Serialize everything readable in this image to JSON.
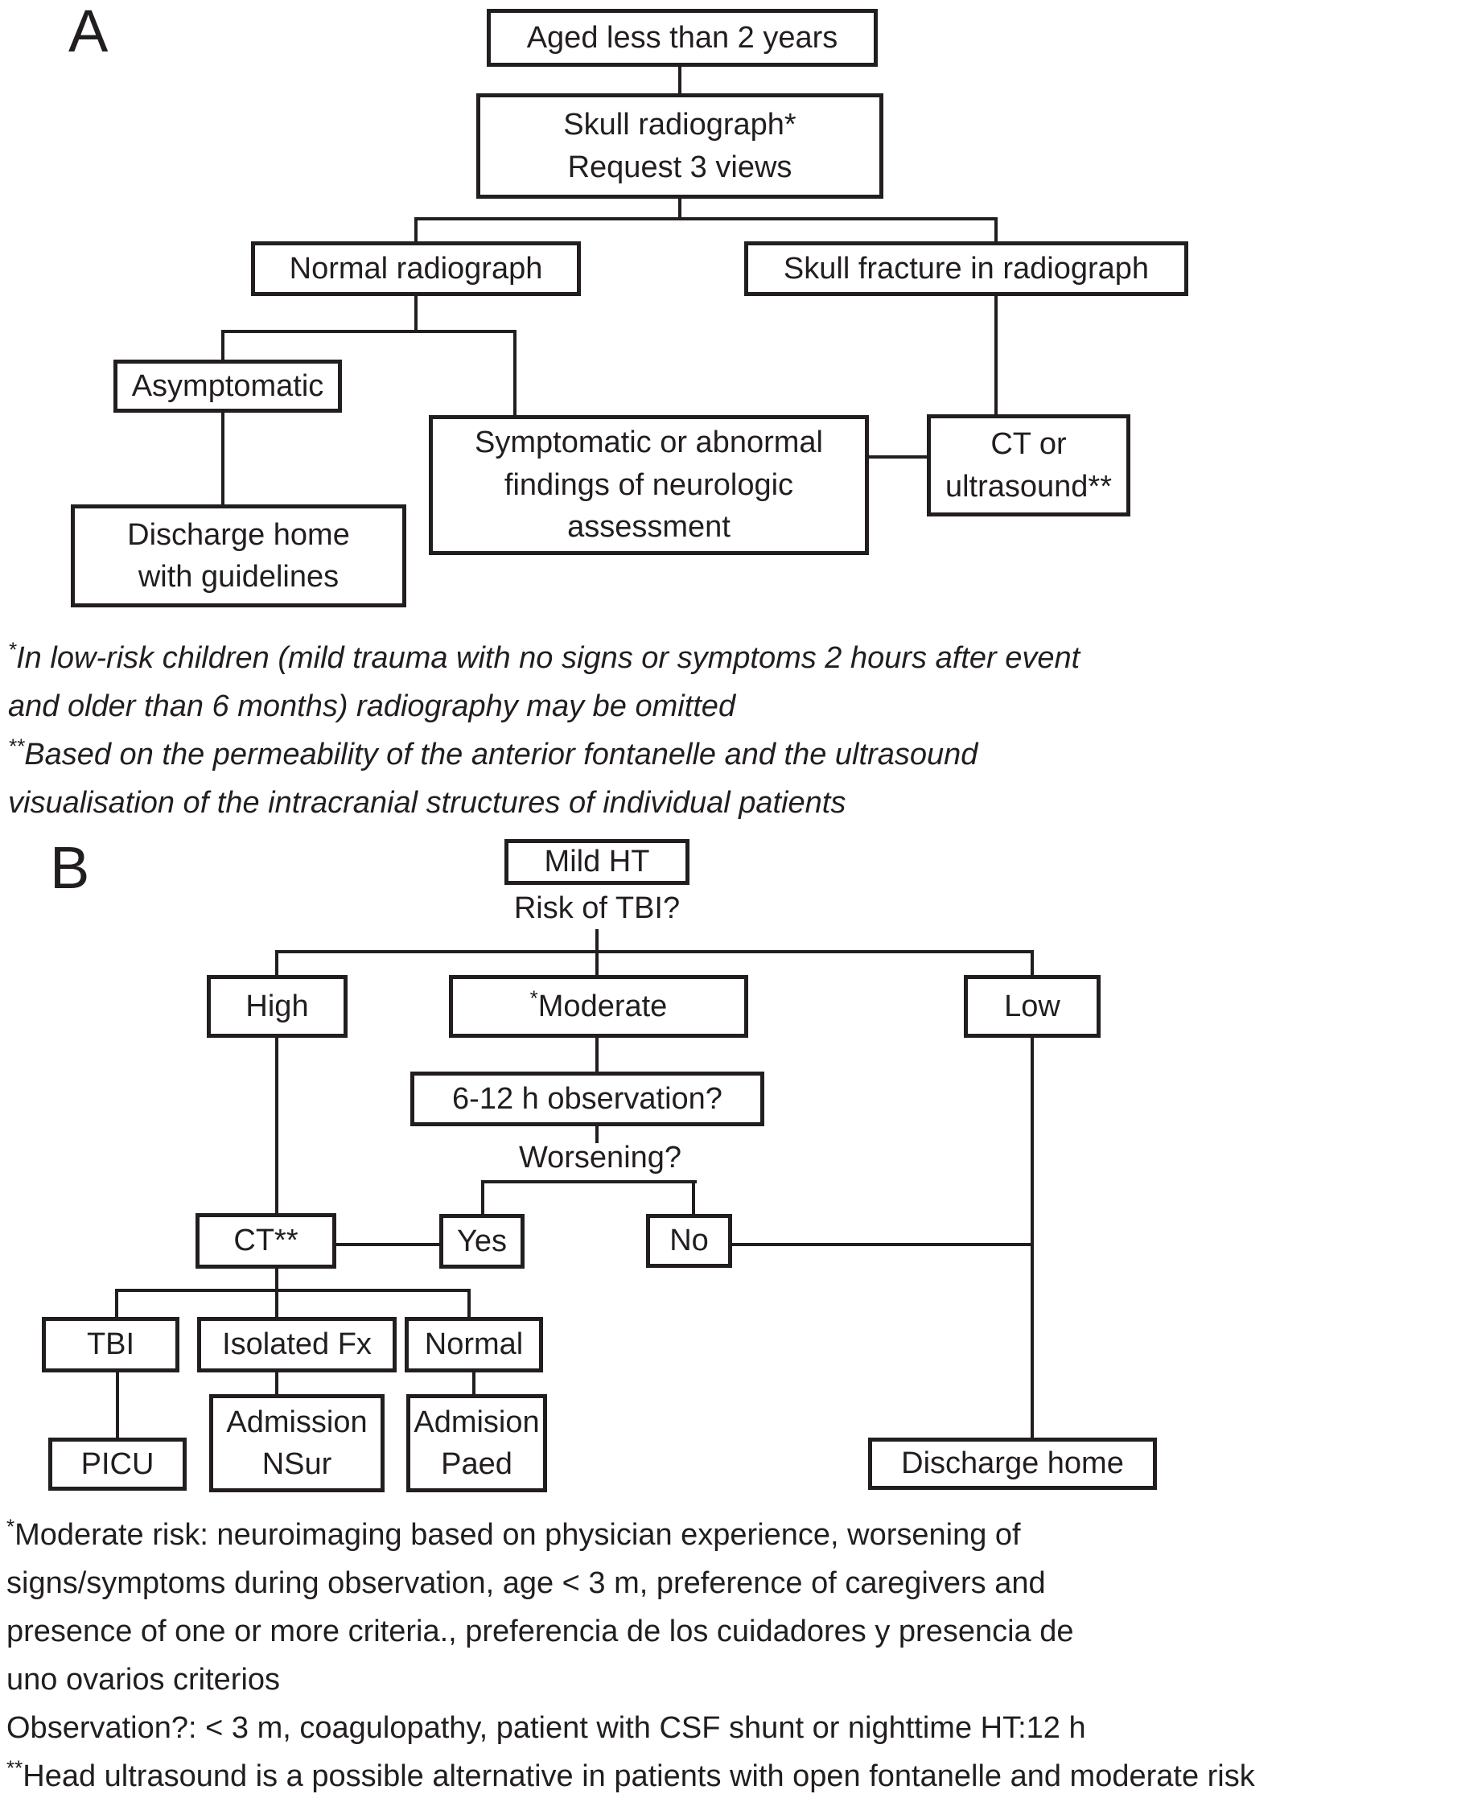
{
  "figure": {
    "colors": {
      "ink": "#221e1f",
      "background": "#ffffff"
    },
    "panel_a": {
      "label": "A",
      "nodes": {
        "aged": "Aged less than 2 years",
        "skull_l1": "Skull radiograph*",
        "skull_l2": "Request 3 views",
        "normal_radiograph": "Normal radiograph",
        "skull_fracture": "Skull fracture in radiograph",
        "asymptomatic": "Asymptomatic",
        "symptomatic_l1": "Symptomatic or abnormal",
        "symptomatic_l2": "findings of neurologic",
        "symptomatic_l3": "assessment",
        "ct_ultrasound_l1": "CT or",
        "ct_ultrasound_l2": "ultrasound**",
        "discharge_guidelines_l1": "Discharge home",
        "discharge_guidelines_l2": "with guidelines"
      },
      "footnotes": [
        {
          "sup": "*",
          "text": "In low-risk children (mild trauma with no signs or symptoms 2 hours after event"
        },
        {
          "sup": "",
          "text": "and older than 6 months) radiography may be omitted"
        },
        {
          "sup": "**",
          "text": "Based on the permeability of the anterior fontanelle and the ultrasound"
        },
        {
          "sup": "",
          "text": "visualisation of the intracranial structures of individual patients"
        }
      ]
    },
    "panel_b": {
      "label": "B",
      "nodes": {
        "mild_ht": "Mild HT",
        "risk_question": "Risk of TBI?",
        "high": "High",
        "moderate_sup": "*",
        "moderate": "Moderate",
        "low": "Low",
        "observation": "6-12 h observation?",
        "worsening": "Worsening?",
        "ct": "CT**",
        "yes": "Yes",
        "no": "No",
        "tbi": "TBI",
        "isolated_fx": "Isolated Fx",
        "normal": "Normal",
        "picu": "PICU",
        "admission_nsur_l1": "Admission",
        "admission_nsur_l2": "NSur",
        "admision_paed_l1": "Admision",
        "admision_paed_l2": "Paed",
        "discharge_home": "Discharge home"
      },
      "footnotes": [
        {
          "sup": "*",
          "text": "Moderate risk: neuroimaging based on physician experience, worsening of"
        },
        {
          "sup": "",
          "text": "signs/symptoms during observation, age < 3 m, preference of caregivers and"
        },
        {
          "sup": "",
          "text": "presence of one or more criteria., preferencia de los cuidadores y presencia de"
        },
        {
          "sup": "",
          "text": "uno ovarios criterios"
        },
        {
          "sup": "",
          "text": "Observation?: < 3 m, coagulopathy, patient with CSF shunt or nighttime HT:12 h"
        },
        {
          "sup": "**",
          "text": "Head ultrasound is a possible alternative in patients with open fontanelle and moderate risk"
        }
      ]
    }
  }
}
